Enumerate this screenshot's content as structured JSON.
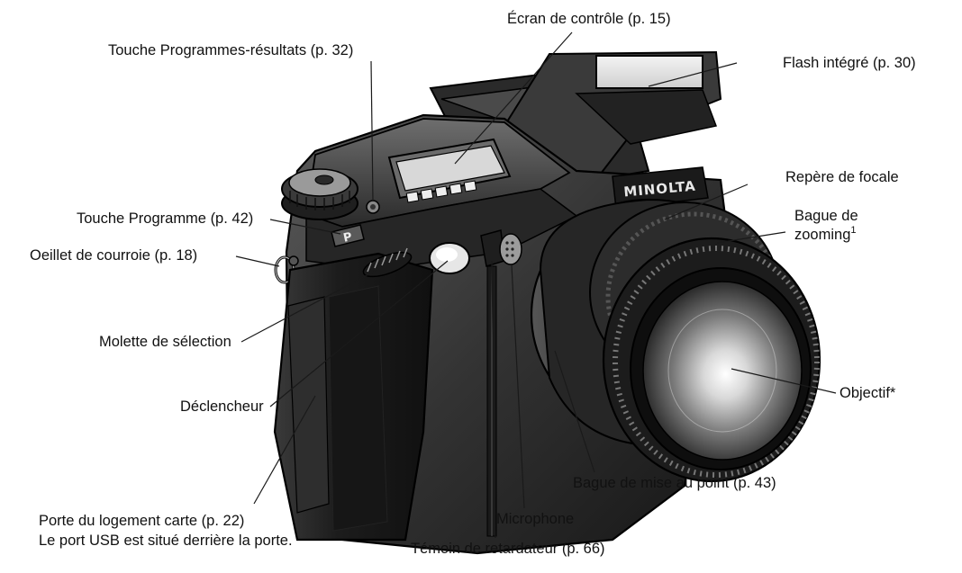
{
  "labels": {
    "ecran_controle": "Écran de contrôle (p. 15)",
    "touche_programmes_resultats": "Touche Programmes-résultats (p. 32)",
    "flash_integre": "Flash intégré (p. 30)",
    "repere_focale": "Repère de focale",
    "touche_programme": "Touche Programme (p. 42)",
    "bague_zooming_line1": "Bague de",
    "bague_zooming_line2": "zooming",
    "bague_zooming_sup": "1",
    "oeillet_courroie": "Oeillet de courroie (p. 18)",
    "molette_selection": "Molette de sélection",
    "objectif": "Objectif*",
    "declencheur": "Déclencheur",
    "bague_mise_au_point": "Bague de mise au point (p. 43)",
    "porte_logement_line1": "Porte du logement carte (p. 22)",
    "porte_logement_line2": "Le port USB est situé derrière la porte.",
    "microphone": "Microphone",
    "temoin_retardateur": "Témoin de retardateur (p. 66)"
  },
  "camera": {
    "brand_text": "MINOLTA",
    "program_key_letter": "P"
  },
  "colors": {
    "body_dark": "#2b2b2b",
    "body_mid": "#4a4a4a",
    "body_light": "#8a8a8a",
    "outline": "#000000",
    "lens_glass_center": "#ffffff",
    "lens_glass_edge": "#1a1a1a"
  }
}
